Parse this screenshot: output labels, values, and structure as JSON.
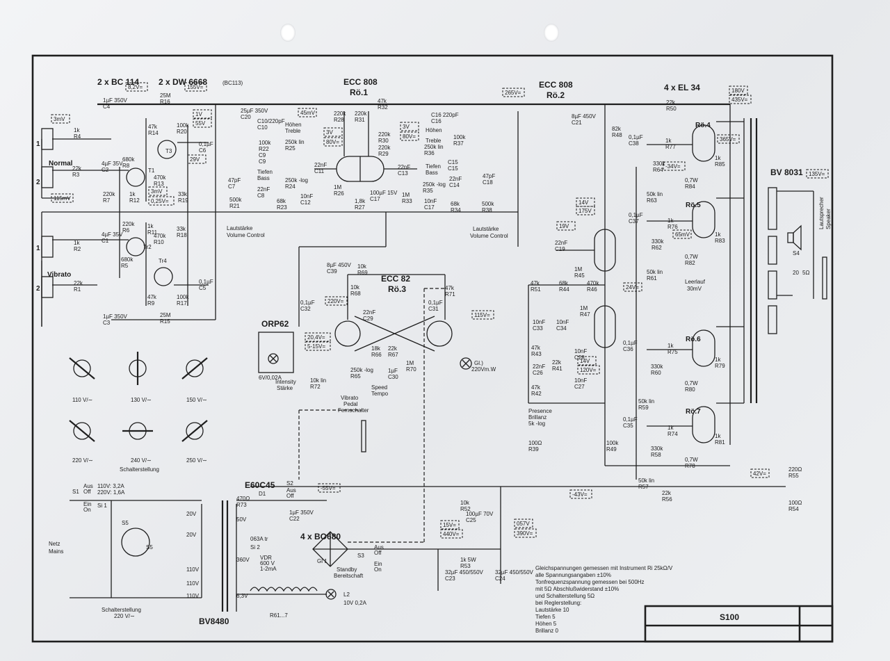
{
  "tubes": {
    "v1_type": "ECC 808",
    "v1_ref": "Rö.1",
    "v2_type": "ECC 808",
    "v2_ref": "Rö.2",
    "v3_type": "ECC 82",
    "v3_ref": "Rö.3",
    "power_type": "4 x EL 34",
    "power_refs": [
      "Rö.4",
      "Rö.5",
      "Rö.6",
      "Rö.7"
    ]
  },
  "transistors": {
    "t_a": "2 x BC 114",
    "t_b": "2 x DW 6668",
    "t_b_note": "(BC113)",
    "labels": [
      "T3",
      "T1",
      "Tr2",
      "Tr4"
    ]
  },
  "inputs": {
    "normal": "Normal",
    "vibrato": "Vibrato",
    "jacks": [
      "1",
      "2",
      "1",
      "2"
    ]
  },
  "voltages": [
    "8,2V=",
    "155V=",
    "265V=",
    "180V",
    "435V=",
    "365V=",
    "135V=",
    "3mV",
    "115mV",
    "1V",
    "55V",
    "29V",
    "3mV",
    "0,25V=",
    "45mV",
    "3V",
    "80V=",
    "3V",
    "80V=",
    "14V",
    "175V",
    "19V",
    "65mV",
    "-34V=",
    "220V=",
    "20,4V=",
    "5-15V=",
    "115V=",
    "14V",
    "120V=",
    "24V=",
    "-55V=",
    "-43V=",
    "42V=",
    "15V=",
    "440V=",
    "057V",
    "390V="
  ],
  "resistors": [
    {
      "v": "1k",
      "r": "R4"
    },
    {
      "v": "22k",
      "r": "R3"
    },
    {
      "v": "220k",
      "r": "R7"
    },
    {
      "v": "680k",
      "r": "R8"
    },
    {
      "v": "1k",
      "r": "R12"
    },
    {
      "v": "47k",
      "r": "R14"
    },
    {
      "v": "100k",
      "r": "R20"
    },
    {
      "v": "470k",
      "r": "R13"
    },
    {
      "v": "33k",
      "r": "R19"
    },
    {
      "v": "500k",
      "r": "R21"
    },
    {
      "v": "220k",
      "r": "R6"
    },
    {
      "v": "1k",
      "r": "R11"
    },
    {
      "v": "680k",
      "r": "R5"
    },
    {
      "v": "1k",
      "r": "R2"
    },
    {
      "v": "22k",
      "r": "R1"
    },
    {
      "v": "470k",
      "r": "R10"
    },
    {
      "v": "33k",
      "r": "R18"
    },
    {
      "v": "47k",
      "r": "R9"
    },
    {
      "v": "100k",
      "r": "R17"
    },
    {
      "v": "25M",
      "r": "R16"
    },
    {
      "v": "25M",
      "r": "R15"
    },
    {
      "v": "100k",
      "r": "R22"
    },
    {
      "v": "250k lin",
      "r": "R25"
    },
    {
      "v": "250k -log",
      "r": "R24"
    },
    {
      "v": "68k",
      "r": "R23"
    },
    {
      "v": "220k",
      "r": "R28"
    },
    {
      "v": "220k",
      "r": "R31"
    },
    {
      "v": "47k",
      "r": "R32"
    },
    {
      "v": "1M",
      "r": "R26"
    },
    {
      "v": "1,8k",
      "r": "R27"
    },
    {
      "v": "220k",
      "r": "R30"
    },
    {
      "v": "220k",
      "r": "R29"
    },
    {
      "v": "1M",
      "r": "R33"
    },
    {
      "v": "250k lin",
      "r": "R36"
    },
    {
      "v": "100k",
      "r": "R37"
    },
    {
      "v": "250k -log",
      "r": "R35"
    },
    {
      "v": "68k",
      "r": "R34"
    },
    {
      "v": "500k",
      "r": "R38"
    },
    {
      "v": "22k",
      "r": "R50"
    },
    {
      "v": "82k",
      "r": "R48"
    },
    {
      "v": "1k",
      "r": "R77"
    },
    {
      "v": "330k",
      "r": "R64"
    },
    {
      "v": "50k lin",
      "r": "R63"
    },
    {
      "v": "47k",
      "r": "R51"
    },
    {
      "v": "68k",
      "r": "R44"
    },
    {
      "v": "470k",
      "r": "R46"
    },
    {
      "v": "1M",
      "r": "R45"
    },
    {
      "v": "1M",
      "r": "R47"
    },
    {
      "v": "1k",
      "r": "R76"
    },
    {
      "v": "330k",
      "r": "R62"
    },
    {
      "v": "50k lin",
      "r": "R61"
    },
    {
      "v": "1k",
      "r": "R75"
    },
    {
      "v": "330k",
      "r": "R60"
    },
    {
      "v": "50k lin",
      "r": "R59"
    },
    {
      "v": "1k",
      "r": "R74"
    },
    {
      "v": "330k",
      "r": "R58"
    },
    {
      "v": "50k lin",
      "r": "R57"
    },
    {
      "v": "22k",
      "r": "R56"
    },
    {
      "v": "100k",
      "r": "R49"
    },
    {
      "v": "220Ω",
      "r": "R55"
    },
    {
      "v": "100Ω",
      "r": "R54"
    },
    {
      "v": "47k",
      "r": "R43"
    },
    {
      "v": "22k",
      "r": "R41"
    },
    {
      "v": "47k",
      "r": "R42"
    },
    {
      "v": "100Ω",
      "r": "R39"
    },
    {
      "v": "10k",
      "r": "R69"
    },
    {
      "v": "10k",
      "r": "R68"
    },
    {
      "v": "18k",
      "r": "R66"
    },
    {
      "v": "22k",
      "r": "R67"
    },
    {
      "v": "1M",
      "r": "R70"
    },
    {
      "v": "47k",
      "r": "R71"
    },
    {
      "v": "250k -log",
      "r": "R65"
    },
    {
      "v": "10k lin",
      "r": "R72"
    },
    {
      "v": "470Ω",
      "r": "R73"
    },
    {
      "v": "10k",
      "r": "R52"
    },
    {
      "v": "1k 5W",
      "r": "R53"
    },
    {
      "v": "0,7W",
      "r": "R84"
    },
    {
      "v": "0,7W",
      "r": "R82"
    },
    {
      "v": "0,7W",
      "r": "R80"
    },
    {
      "v": "0,7W",
      "r": "R78"
    },
    {
      "v": "1k",
      "r": "R85"
    },
    {
      "v": "1k",
      "r": "R83"
    },
    {
      "v": "1k",
      "r": "R79"
    },
    {
      "v": "1k",
      "r": "R81"
    }
  ],
  "capacitors": [
    {
      "v": "1µF 350V",
      "c": "C4"
    },
    {
      "v": "4µF 35V",
      "c": "C2"
    },
    {
      "v": "4µF 35V",
      "c": "C1"
    },
    {
      "v": "1µF 350V",
      "c": "C3"
    },
    {
      "v": "0,1µF",
      "c": "C6"
    },
    {
      "v": "0,1µF",
      "c": "C5"
    },
    {
      "v": "25µF 350V",
      "c": "C20"
    },
    {
      "v": "C10/220pF",
      "c": "C10"
    },
    {
      "v": "C9",
      "c": "C9"
    },
    {
      "v": "22nF",
      "c": "C8"
    },
    {
      "v": "10nF",
      "c": "C12"
    },
    {
      "v": "47pF",
      "c": "C7"
    },
    {
      "v": "22nF",
      "c": "C11"
    },
    {
      "v": "100µF 15V",
      "c": "C17"
    },
    {
      "v": "22nF",
      "c": "C13"
    },
    {
      "v": "C16 220pF",
      "c": "C16"
    },
    {
      "v": "C15",
      "c": "C15"
    },
    {
      "v": "22nF",
      "c": "C14"
    },
    {
      "v": "10nF",
      "c": "C17"
    },
    {
      "v": "47pF",
      "c": "C18"
    },
    {
      "v": "8µF 450V",
      "c": "C21"
    },
    {
      "v": "0,1µF",
      "c": "C38"
    },
    {
      "v": "0,1µF",
      "c": "C37"
    },
    {
      "v": "22nF",
      "c": "C19"
    },
    {
      "v": "0,1µF",
      "c": "C36"
    },
    {
      "v": "0,1µF",
      "c": "C35"
    },
    {
      "v": "10nF",
      "c": "C33"
    },
    {
      "v": "10nF",
      "c": "C34"
    },
    {
      "v": "22nF",
      "c": "C26"
    },
    {
      "v": "10nF",
      "c": "C28"
    },
    {
      "v": "10nF",
      "c": "C27"
    },
    {
      "v": "8µF 450V",
      "c": "C39"
    },
    {
      "v": "0,1µF",
      "c": "C32"
    },
    {
      "v": "22nF",
      "c": "C29"
    },
    {
      "v": "0,1µF",
      "c": "C31"
    },
    {
      "v": "1µF",
      "c": "C30"
    },
    {
      "v": "1µF 350V",
      "c": "C22"
    },
    {
      "v": "100µF 70V",
      "c": "C25"
    },
    {
      "v": "32µF 450/550V",
      "c": "C23"
    },
    {
      "v": "32µF 450/550V",
      "c": "C24"
    }
  ],
  "pots": {
    "volume1": "Lautstärke",
    "volume1_en": "Volume Control",
    "volume2": "Lautstärke",
    "volume2_en": "Volume Control",
    "hohen1": "Höhen",
    "treble1": "Treble",
    "tiefen1": "Tiefen",
    "bass1": "Bass",
    "hohen2": "Höhen",
    "treble2": "Treble",
    "tiefen2": "Tiefen",
    "bass2": "Bass",
    "intensity": "Intensity",
    "intensity_de": "Stärke",
    "speed": "Speed",
    "speed_de": "Tempo",
    "presence": "Presence",
    "presence_de": "Brillanz",
    "presence_note": "5k -log",
    "leerlauf": "Leerlauf",
    "leerlauf_v": "30mV"
  },
  "vibrato_lamp": {
    "title": "ORP62",
    "rating": "6V/0,02A"
  },
  "pedal": {
    "l1": "Vibrato",
    "l2": "Pedal",
    "l3": "Fernschalter"
  },
  "lamp": {
    "label": "Gl.)",
    "rating": "220Vm.W"
  },
  "rectifiers": {
    "e60c45": "E60C45",
    "d1": "D1",
    "bridge": "4 x BO680",
    "gl1": "Gl 1"
  },
  "switches": {
    "s1": "S1",
    "s1_aus": "Aus",
    "s1_off": "Off",
    "s1_ein": "Ein",
    "s1_on": "On",
    "s2": "S2",
    "s2_aus": "Aus",
    "s2_off": "Off",
    "s3": "S3",
    "s3_aus": "Aus",
    "s3_off": "Off",
    "s3_ein": "Ein",
    "s3_on": "On",
    "standby": "Standby",
    "bereit": "Bereitschaft",
    "s4": "S4",
    "s5": "S5",
    "s5b": "S5"
  },
  "fuses": {
    "si1": "Si 1",
    "si1_v": "110V: 3,2A",
    "si1_v2": "220V: 1,6A",
    "si2": "Si 2",
    "si2_v": "063A tr",
    "vdr": "VDR",
    "vdr_v": "600 V",
    "vdr_i": "1-2mA"
  },
  "mains": {
    "netz": "Netz",
    "mains": "Mains",
    "schalt": "Schalterstellung",
    "schalt_v": "220 V/∼"
  },
  "transformer": {
    "name": "BV8480",
    "taps": [
      "20V",
      "50V",
      "20V",
      "110V",
      "360V",
      "110V",
      "110V",
      "6,3V"
    ]
  },
  "output_xfmr": {
    "name": "BV 8031"
  },
  "speaker": {
    "de": "Lautsprecher",
    "en": "Speaker",
    "ohm_a": "20",
    "ohm_b": "5Ω"
  },
  "heater": {
    "label": "R61...7",
    "l2": "L2",
    "l2_v": "10V 0,2A"
  },
  "selector": {
    "settings": [
      "110 V/∼",
      "130 V/∼",
      "150 V/∼",
      "220 V/∼",
      "240 V/∼",
      "250 V/∼"
    ],
    "caption": "Schalterstellung"
  },
  "notes": [
    "Gleichspannungen gemessen mit Instrument Ri 25kΩ/V",
    "alle Spannungsangaben ±10%",
    "Tonfrequenzspannung gemessen bei 500Hz",
    "mit 5Ω Abschlußwiderstand ±10%",
    "und Schalterstellung 5Ω",
    "bei Reglerstellung:",
    "Lautstärke 10",
    "Tiefen 5",
    "Höhen 5",
    "Brillanz 0"
  ],
  "title_block": {
    "model": "S100"
  }
}
